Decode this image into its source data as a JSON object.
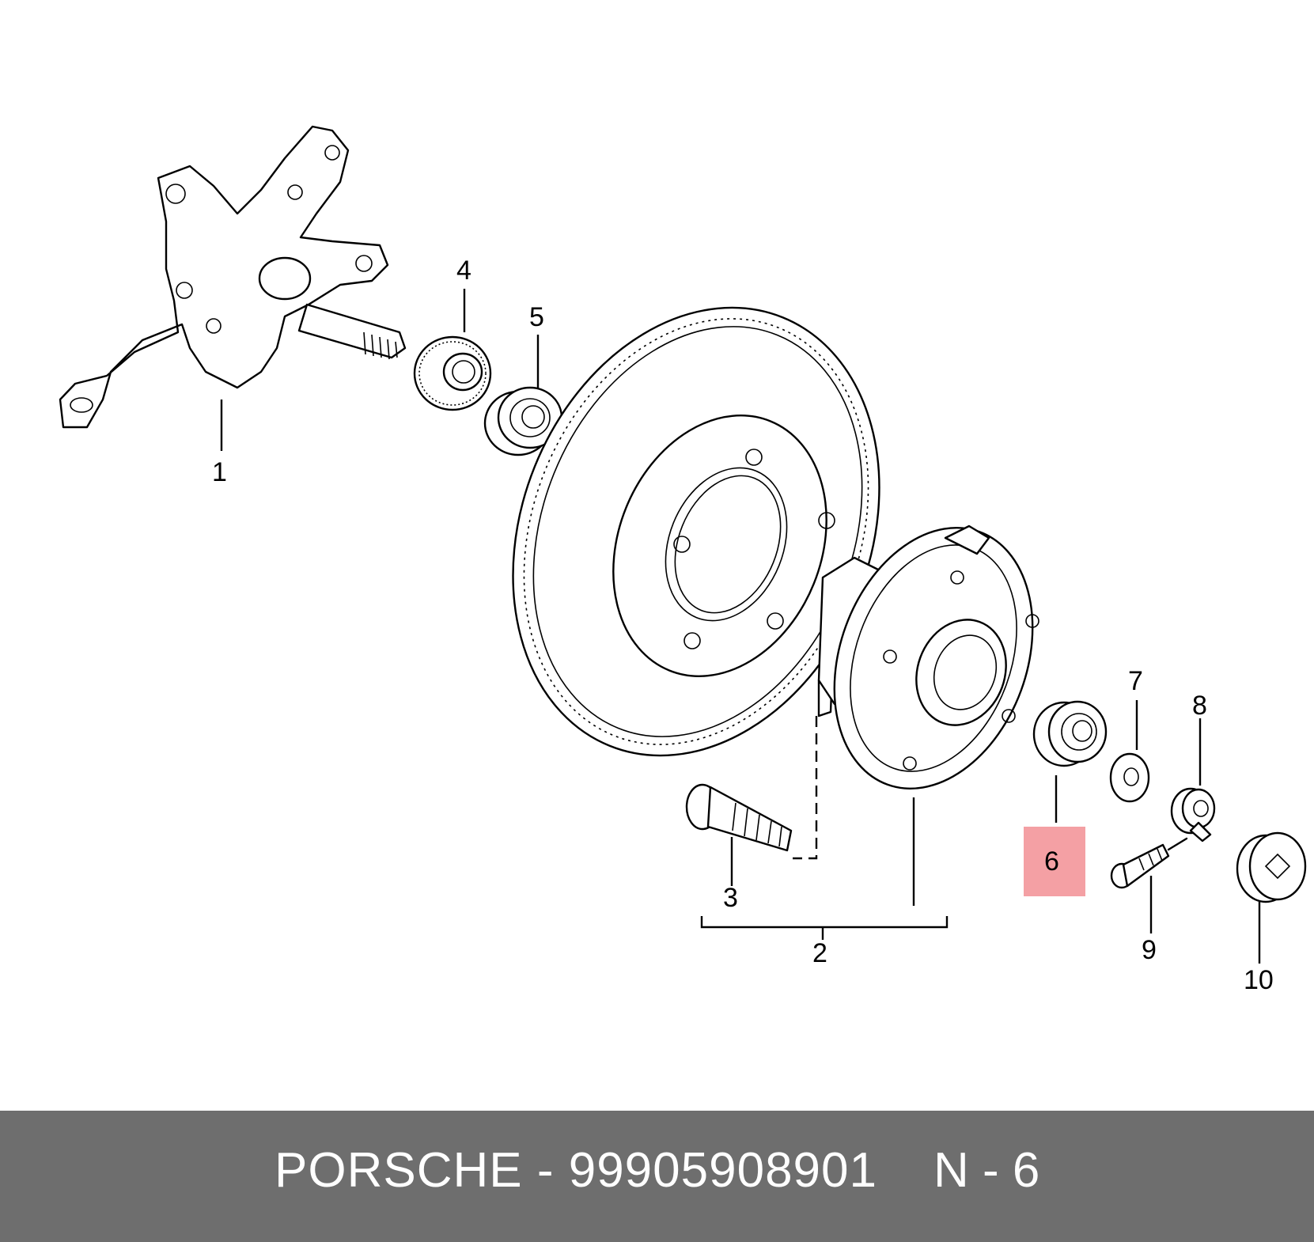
{
  "diagram": {
    "callouts": [
      "1",
      "2",
      "3",
      "4",
      "5",
      "6",
      "7",
      "8",
      "9",
      "10"
    ],
    "highlighted_callout": "6",
    "highlight_color": "#f4a0a4"
  },
  "footer": {
    "brand_part": "PORSCHE - 99905908901",
    "reference": "N - 6",
    "background_color": "#6e6e6e"
  }
}
